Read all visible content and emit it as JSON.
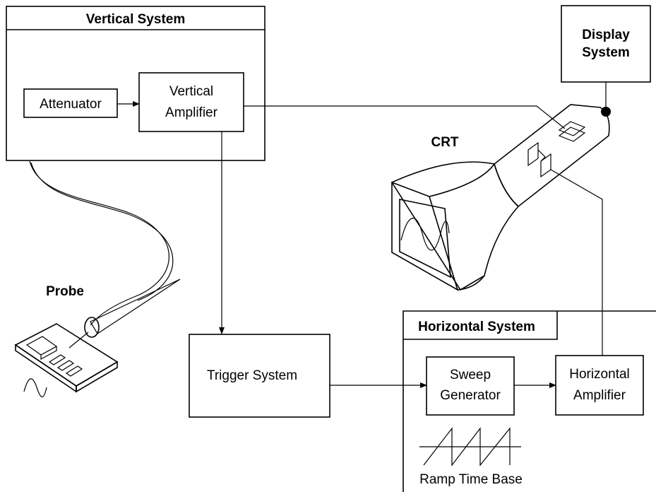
{
  "vertical_system": {
    "title": "Vertical System",
    "attenuator": "Attenuator",
    "vertical_amplifier": [
      "Vertical",
      "Amplifier"
    ]
  },
  "display_system": [
    "Display",
    "System"
  ],
  "crt_label": "CRT",
  "probe_label": "Probe",
  "trigger_system": "Trigger System",
  "horizontal_system": {
    "title": "Horizontal System",
    "sweep_generator": [
      "Sweep",
      "Generator"
    ],
    "horizontal_amplifier": [
      "Horizontal",
      "Amplifier"
    ],
    "ramp_label": "Ramp Time Base"
  }
}
